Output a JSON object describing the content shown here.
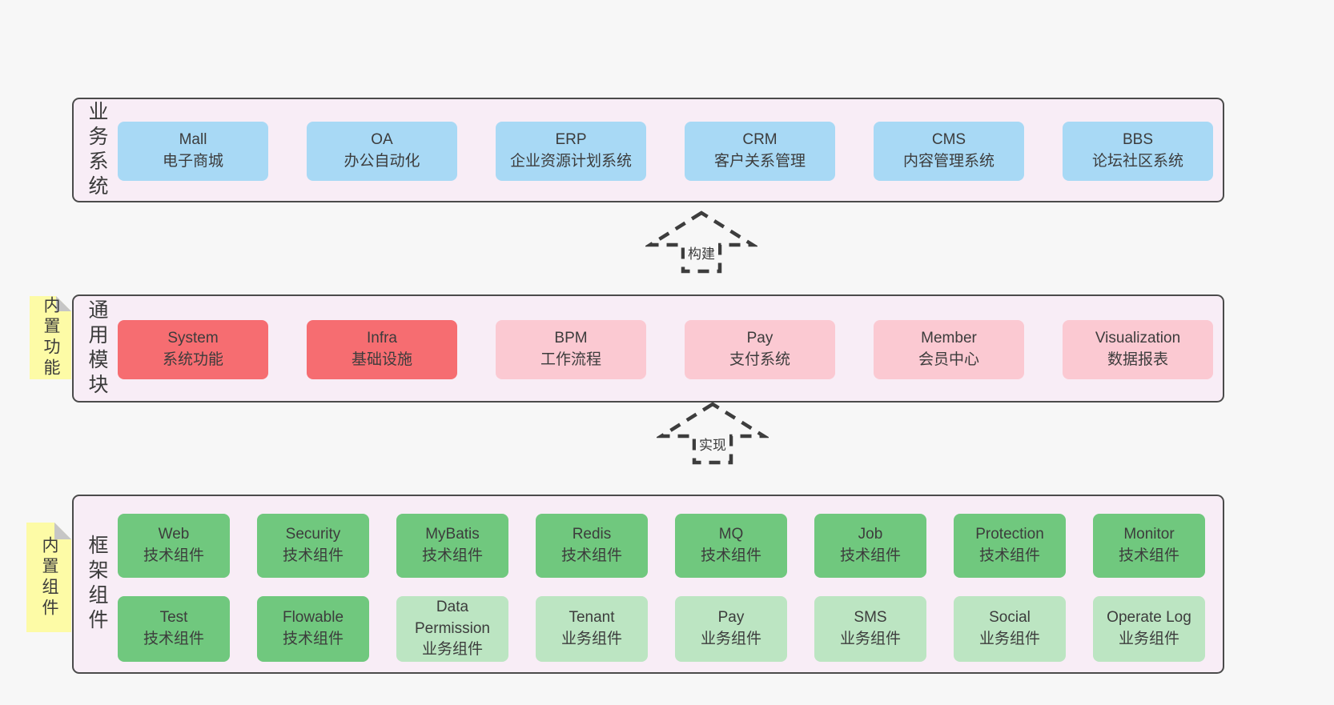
{
  "palette": {
    "page_bg": "#f7f7f7",
    "band_bg": "#f8edf6",
    "band_border": "#4b4b4b",
    "blue_box": "#a8d9f5",
    "red_box": "#f66d71",
    "pink_box": "#fbc9d2",
    "green_box": "#70c87e",
    "light_green_box": "#bce5c2",
    "sticky_yellow": "#fdfba6",
    "sticky_fold": "#c6c6c6",
    "text": "#3c3c3c"
  },
  "band1": {
    "label": "业务系统",
    "boxes": [
      {
        "name": "Mall",
        "desc": "电子商城"
      },
      {
        "name": "OA",
        "desc": "办公自动化"
      },
      {
        "name": "ERP",
        "desc": "企业资源计划系统"
      },
      {
        "name": "CRM",
        "desc": "客户关系管理"
      },
      {
        "name": "CMS",
        "desc": "内容管理系统"
      },
      {
        "name": "BBS",
        "desc": "论坛社区系统"
      }
    ]
  },
  "arrow1": {
    "label": "构建"
  },
  "band2": {
    "label": "通用模块",
    "sticky": "内置功能",
    "boxes": [
      {
        "name": "System",
        "desc": "系统功能"
      },
      {
        "name": "Infra",
        "desc": "基础设施"
      },
      {
        "name": "BPM",
        "desc": "工作流程"
      },
      {
        "name": "Pay",
        "desc": "支付系统"
      },
      {
        "name": "Member",
        "desc": "会员中心"
      },
      {
        "name": "Visualization",
        "desc": "数据报表"
      }
    ]
  },
  "arrow2": {
    "label": "实现"
  },
  "band3": {
    "label": "框架组件",
    "sticky": "内置组件",
    "row1": [
      {
        "name": "Web",
        "desc": "技术组件"
      },
      {
        "name": "Security",
        "desc": "技术组件"
      },
      {
        "name": "MyBatis",
        "desc": "技术组件"
      },
      {
        "name": "Redis",
        "desc": "技术组件"
      },
      {
        "name": "MQ",
        "desc": "技术组件"
      },
      {
        "name": "Job",
        "desc": "技术组件"
      },
      {
        "name": "Protection",
        "desc": "技术组件"
      },
      {
        "name": "Monitor",
        "desc": "技术组件"
      }
    ],
    "row2": [
      {
        "name": "Test",
        "desc": "技术组件"
      },
      {
        "name": "Flowable",
        "desc": "技术组件"
      },
      {
        "name": "Data Permission",
        "desc": "业务组件"
      },
      {
        "name": "Tenant",
        "desc": "业务组件"
      },
      {
        "name": "Pay",
        "desc": "业务组件"
      },
      {
        "name": "SMS",
        "desc": "业务组件"
      },
      {
        "name": "Social",
        "desc": "业务组件"
      },
      {
        "name": "Operate Log",
        "desc": "业务组件"
      }
    ]
  }
}
